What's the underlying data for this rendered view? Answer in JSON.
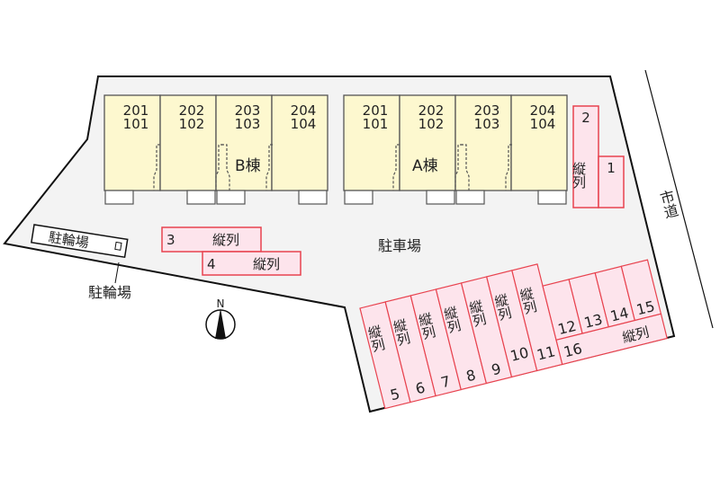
{
  "buildings": [
    {
      "name": "B棟",
      "units": [
        [
          "201",
          "101"
        ],
        [
          "202",
          "102"
        ],
        [
          "203",
          "103"
        ],
        [
          "204",
          "104"
        ]
      ]
    },
    {
      "name": "A棟",
      "units": [
        [
          "201",
          "101"
        ],
        [
          "202",
          "102"
        ],
        [
          "203",
          "103"
        ],
        [
          "204",
          "104"
        ]
      ]
    }
  ],
  "parking_label": "駐車場",
  "road_label": "市道",
  "bicycle": {
    "inside_label": "駐輪場",
    "callout_label": "駐輪場"
  },
  "compass": "N",
  "stall_type": "縦列",
  "stalls_top": [
    {
      "num": "2"
    },
    {
      "num": "1"
    }
  ],
  "stalls_mid": [
    {
      "num": "3"
    },
    {
      "num": "4"
    }
  ],
  "stalls_row": [
    "5",
    "6",
    "7",
    "8",
    "9",
    "10",
    "11"
  ],
  "stalls_small": [
    "12",
    "13",
    "14",
    "15"
  ],
  "stall_long": "16",
  "colors": {
    "building": "#fdf8cf",
    "stall_fill": "#fde4ec",
    "stall_stroke": "#e8434f",
    "lot": "#f3f3f3"
  }
}
